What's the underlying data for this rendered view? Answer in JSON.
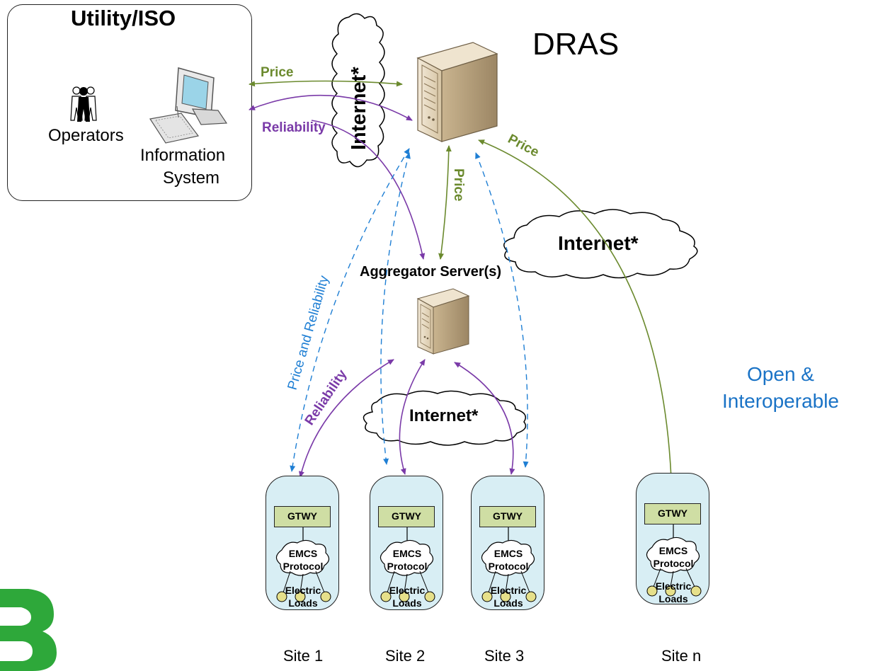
{
  "utility": {
    "title": "Utility/ISO",
    "operators": "Operators",
    "info_line1": "Information",
    "info_line2": "System"
  },
  "dras": {
    "label": "DRAS"
  },
  "aggregator": {
    "label": "Aggregator Server(s)"
  },
  "clouds": {
    "upper": "Internet*",
    "middle": "Internet*",
    "lower": "Internet*"
  },
  "flows": {
    "price_top": "Price",
    "reliability_top": "Reliability",
    "price_vertical": "Price",
    "price_diagonal": "Price",
    "price_and_reliability": "Price and Reliability",
    "reliability_left": "Reliability"
  },
  "open": {
    "line1": "Open &",
    "line2": "Interoperable"
  },
  "sites": [
    {
      "name": "Site 1",
      "gtwy": "GTWY",
      "emcs1": "EMCS",
      "emcs2": "Protocol",
      "loads1": "Electric",
      "loads2": "Loads"
    },
    {
      "name": "Site 2",
      "gtwy": "GTWY",
      "emcs1": "EMCS",
      "emcs2": "Protocol",
      "loads1": "Electric",
      "loads2": "Loads"
    },
    {
      "name": "Site 3",
      "gtwy": "GTWY",
      "emcs1": "EMCS",
      "emcs2": "Protocol",
      "loads1": "Electric",
      "loads2": "Loads"
    },
    {
      "name": "Site n",
      "gtwy": "GTWY",
      "emcs1": "EMCS",
      "emcs2": "Protocol",
      "loads1": "Electric",
      "loads2": "Loads"
    }
  ],
  "colors": {
    "price": "#6b8a2e",
    "reliability": "#7a3aa8",
    "blue_dashed": "#1f7fd4",
    "open_text": "#1a73c6"
  }
}
